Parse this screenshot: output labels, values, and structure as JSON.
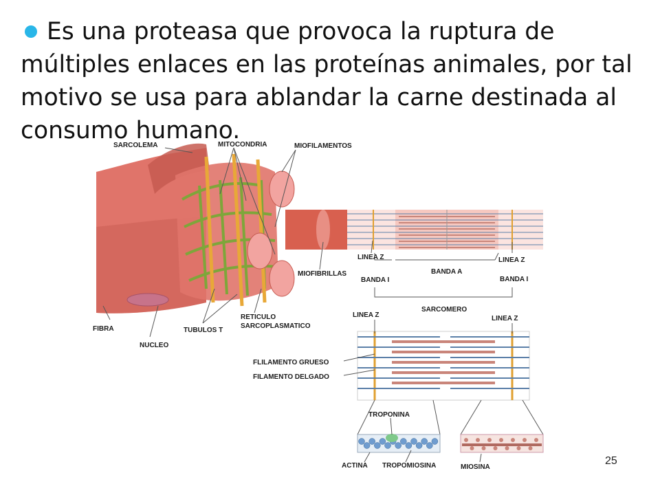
{
  "slide": {
    "paragraph": "Es una proteasa que provoca la ruptura de múltiples enlaces en las proteínas animales, por tal motivo se usa para ablandar la carne destinada al consumo humano.",
    "page_number": "25"
  },
  "colors": {
    "bullet": "#29b6e8",
    "muscle": "#e0746a",
    "muscle_dark": "#c65a50",
    "reticulum": "#7ea63a",
    "tubule": "#e8a838",
    "thin_filament": "#5b7fa8",
    "thick_filament": "#c9857a"
  },
  "diagram": {
    "labels": {
      "sarcolema": "SARCOLEMA",
      "mitocondria": "MITOCONDRIA",
      "miofilamentos": "MIOFILAMENTOS",
      "miofibrillas": "MIOFIBRILLAS",
      "fibra": "FIBRA",
      "nucleo": "NUCLEO",
      "tubulos_t": "TUBULOS T",
      "reticulo_1": "RETICULO",
      "reticulo_2": "SARCOPLASMATICO",
      "linea_z_left": "LINEA Z",
      "linea_z_right": "LINEA Z",
      "banda_a": "BANDA A",
      "banda_i_left": "BANDA I",
      "banda_i_right": "BANDA I",
      "sarcomero": "SARCOMERO",
      "linea_z_lower_left": "LINEA Z",
      "linea_z_lower_right": "LINEA Z",
      "filamento_grueso": "FLILAMENTO GRUESO",
      "filamento_delgado": "FILAMENTO DELGADO",
      "troponina": "TROPONINA",
      "actina": "ACTINA",
      "tropomiosina": "TROPOMIOSINA",
      "miosina": "MIOSINA"
    }
  }
}
